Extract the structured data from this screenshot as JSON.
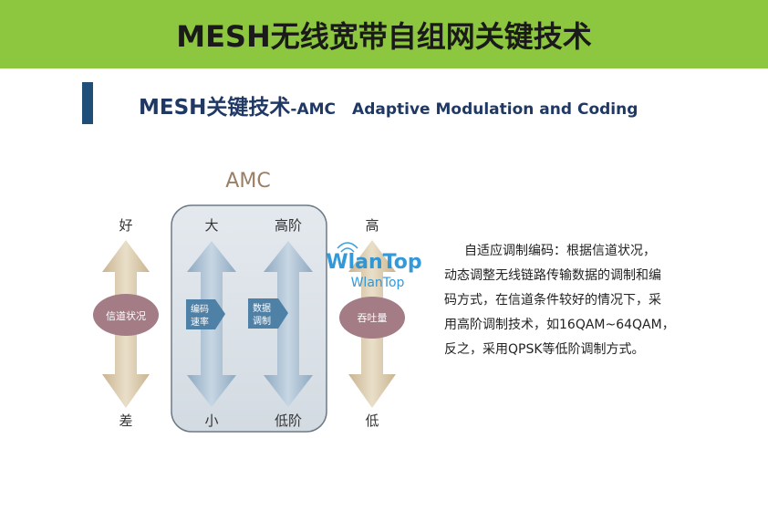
{
  "header": {
    "title": "MESH无线宽带自组网关键技术"
  },
  "subtitle": {
    "main": "MESH关键技术",
    "suffix": "-AMC",
    "english": "Adaptive Modulation and Coding"
  },
  "diagram": {
    "amc_label": "AMC",
    "left_axis": {
      "top": "好",
      "bottom": "差",
      "center": "信道状况"
    },
    "rate_axis": {
      "top": "大",
      "bottom": "小",
      "tag_line1": "编码",
      "tag_line2": "速率"
    },
    "mod_axis": {
      "top": "高阶",
      "bottom": "低阶",
      "tag_line1": "数据",
      "tag_line2": "调制"
    },
    "right_axis": {
      "top": "高",
      "bottom": "低",
      "center": "吞吐量"
    },
    "watermark_1": "WlanTop",
    "watermark_2": "WlanTop"
  },
  "description": {
    "lines": [
      "自适应调制编码：根据信道状况，",
      "动态调整无线链路传输数据的调制和编",
      "码方式，在信道条件较好的情况下，采",
      "用高阶调制技术，如16QAM~64QAM，",
      "反之，采用QPSK等低阶调制方式。"
    ]
  },
  "colors": {
    "banner": "#8dc63f",
    "accent": "#1f4e79",
    "tan_arrow": "#d9c9ac",
    "blue_arrow": "#a9bfd2",
    "oval": "#a47c86",
    "tag": "#4f81a7",
    "amc_box": "#dfe5ea"
  }
}
